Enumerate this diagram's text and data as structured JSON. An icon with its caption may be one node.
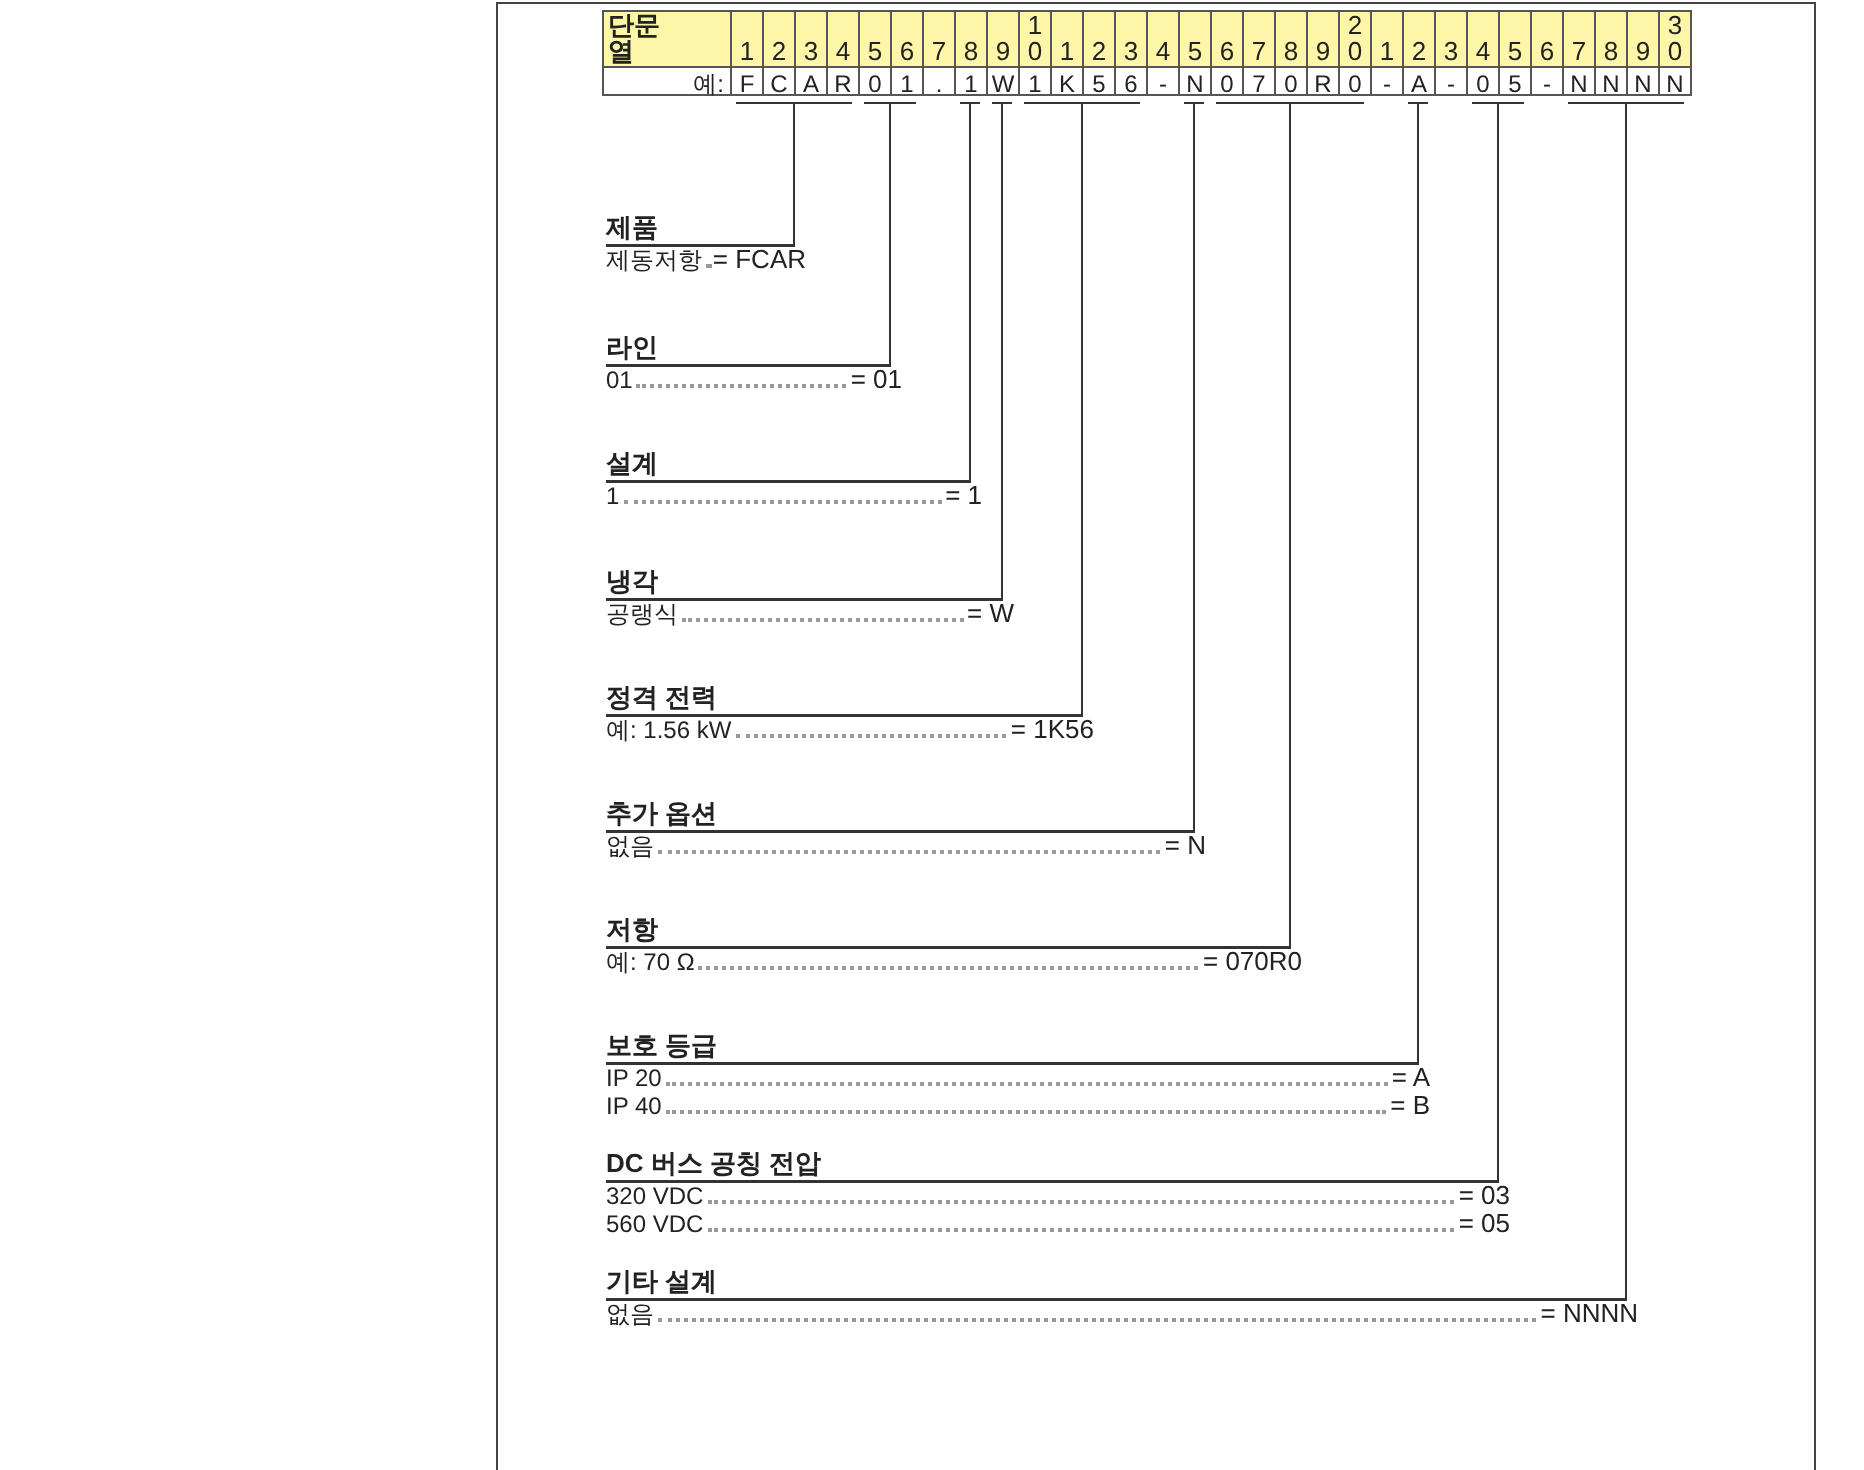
{
  "diagram": {
    "nodes": [
      {
        "text": [],
        "shape": "bar"
      },
      {
        "text": [],
        "shape": "bar"
      },
      {
        "text": [],
        "shape": "bar"
      },
      {
        "text": [],
        "shape": "bar"
      },
      {
        "text": [],
        "shape": "bar"
      },
      {
        "text": [],
        "shape": "bar"
      },
      {
        "text": [],
        "shape": "bar"
      },
      {
        "text": [],
        "shape": "bar"
      },
      {
        "text": [],
        "shape": "bar"
      },
      {
        "text": [],
        "shape": "bar"
      },
      {
        "text": [
          "제품",
          "제동저항",
          "= FCAR"
        ]
      },
      {
        "text": [
          "라인",
          "01",
          "= 01"
        ]
      },
      {
        "text": [
          "설계",
          "1",
          "= 1"
        ]
      },
      {
        "text": [
          "냉각",
          "공랭식",
          "= W"
        ]
      },
      {
        "text": [
          "정격 전력",
          "예: 1.56 kW",
          "= 1K56"
        ]
      },
      {
        "text": [
          "추가 옵션",
          "없음",
          "= N"
        ]
      },
      {
        "text": [
          "저항",
          "예: 70 Ω",
          "= 070R0"
        ]
      },
      {
        "text": [
          "보호 등급",
          "IP 20",
          "= A",
          "IP 40",
          "= B"
        ]
      },
      {
        "text": [
          "DC 버스 공칭 전압",
          "320 VDC",
          "= 03",
          "560 VDC",
          "= 05"
        ]
      },
      {
        "text": [
          "기타 설계",
          "없음",
          "= NNNN"
        ]
      }
    ],
    "edges": [
      {
        "from": 10,
        "to": 0,
        "arrow": "none"
      },
      {
        "from": 11,
        "to": 1,
        "arrow": "none"
      },
      {
        "from": 12,
        "to": 2,
        "arrow": "none"
      },
      {
        "from": 13,
        "to": 3,
        "arrow": "none"
      },
      {
        "from": 14,
        "to": 4,
        "arrow": "none"
      },
      {
        "from": 15,
        "to": 5,
        "arrow": "none"
      },
      {
        "from": 16,
        "to": 6,
        "arrow": "none"
      },
      {
        "from": 17,
        "to": 7,
        "arrow": "none"
      },
      {
        "from": 18,
        "to": 8,
        "arrow": "none"
      },
      {
        "from": 19,
        "to": 9,
        "arrow": "none"
      }
    ],
    "labels": [
      "단문 열",
      "1",
      "2",
      "3",
      "4",
      "5",
      "6",
      "7",
      "8",
      "9",
      "10",
      "1",
      "2",
      "3",
      "4",
      "5",
      "6",
      "7",
      "8",
      "9",
      "20",
      "1",
      "2",
      "3",
      "4",
      "5",
      "6",
      "7",
      "8",
      "9",
      "30",
      "예:",
      "F",
      "C",
      "A",
      "R",
      "0",
      "1",
      ".",
      "1",
      "W",
      "1",
      "K",
      "5",
      "6",
      "-",
      "N",
      "0",
      "7",
      "0",
      "R",
      "0",
      "-",
      "A",
      "-",
      "0",
      "5",
      "-",
      "N",
      "N",
      "N",
      "N"
    ]
  }
}
